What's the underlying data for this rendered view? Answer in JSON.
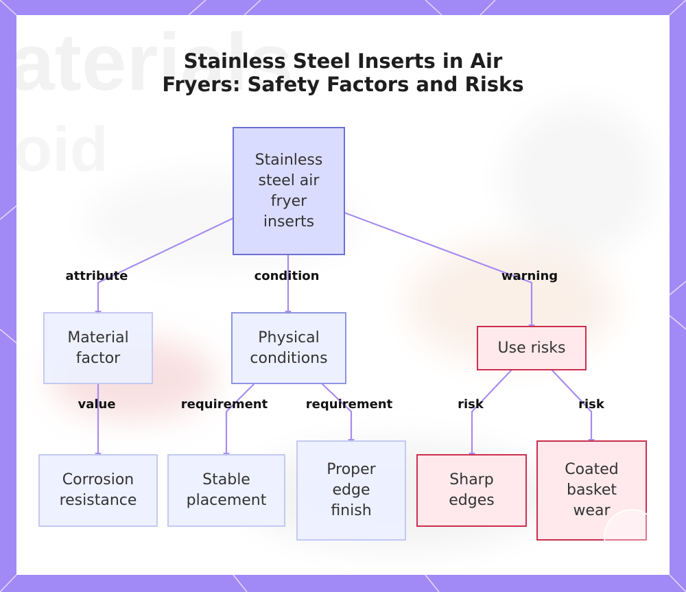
{
  "title_lines": [
    "Stainless Steel Inserts in Air",
    "Fryers: Safety Factors and Risks"
  ],
  "colors": {
    "frame": "#a18af5",
    "edge": "#a78bf0",
    "root_fill": "#dadcff",
    "blue_fill": "#edf0ff",
    "red_fill": "#ffe8ec",
    "red_border": "#cc2d4c"
  },
  "nodes": {
    "root": "Stainless steel air fryer inserts",
    "material_factor": "Material factor",
    "physical_conditions": "Physical conditions",
    "use_risks": "Use risks",
    "corrosion_resistance": "Corrosion resistance",
    "stable_placement": "Stable placement",
    "proper_edge_finish": "Proper edge finish",
    "sharp_edges": "Sharp edges",
    "coated_basket_wear": "Coated basket wear"
  },
  "edge_labels": {
    "attribute": "attribute",
    "condition": "condition",
    "warning": "warning",
    "value": "value",
    "requirement_1": "requirement",
    "requirement_2": "requirement",
    "risk_1": "risk",
    "risk_2": "risk"
  },
  "background_text": [
    "aterials",
    "oid"
  ]
}
